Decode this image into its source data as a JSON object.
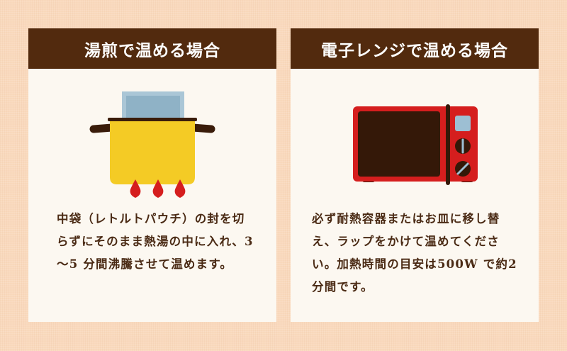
{
  "cards": [
    {
      "title": "湯煎で温める場合",
      "icon": "pot-on-stove-icon",
      "description": "中袋（レトルトパウチ）の封を切らずにそのまま熱湯の中に入れ、3～5 分間沸騰させて温めます。"
    },
    {
      "title": "電子レンジで温める場合",
      "icon": "microwave-icon",
      "description": "必ず耐熱容器またはお皿に移し替え、ラップをかけて温めてください。加熱時間の目安は500W で約2分間です。"
    }
  ],
  "colors": {
    "background": "#f9d9bd",
    "card": "#fcf8f1",
    "header": "#522a0e",
    "text": "#4a2a14",
    "pot_yellow": "#f4cb25",
    "pouch_blue": "#aac6d6",
    "flame_red": "#d51e1e",
    "microwave_red": "#d51e1e",
    "microwave_dark": "#341808"
  }
}
